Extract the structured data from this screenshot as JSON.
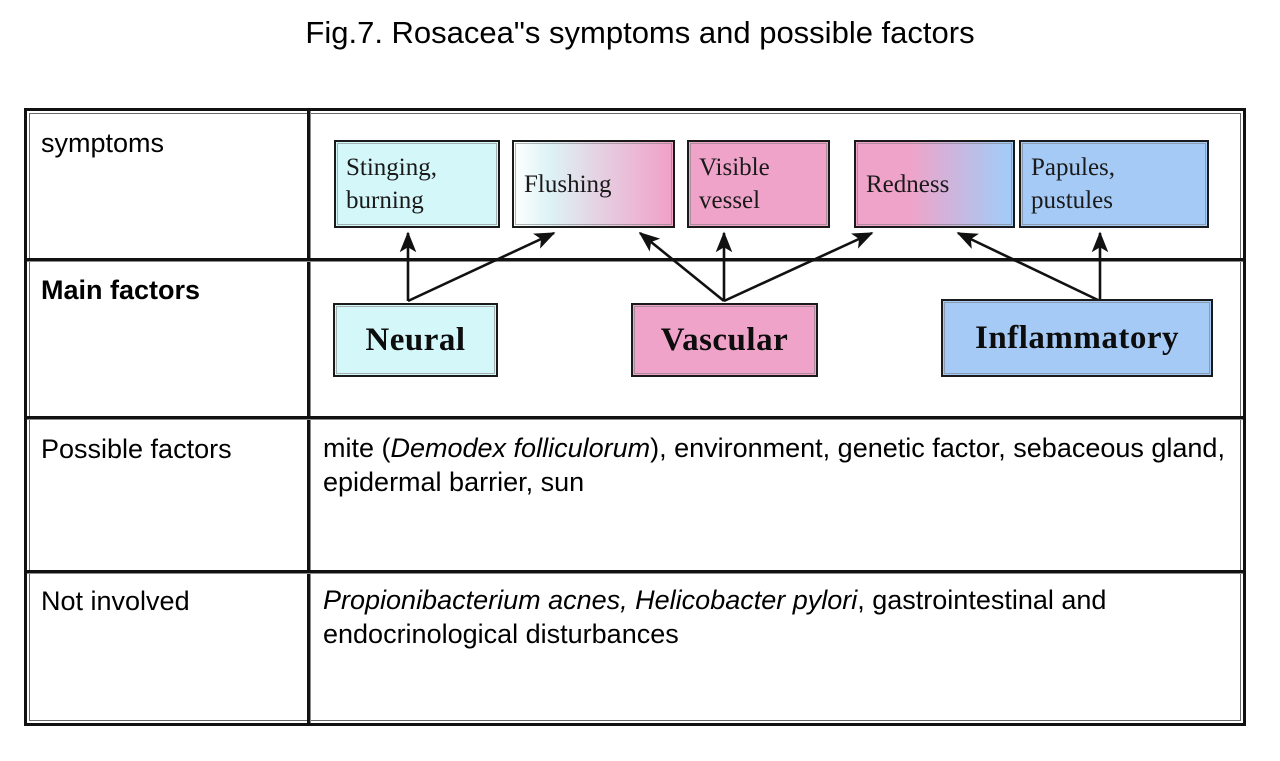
{
  "figure": {
    "title": "Fig.7. Rosacea\"s symptoms and possible factors"
  },
  "colors": {
    "cyan": "#D4F7F9",
    "pink": "#F0A3C9",
    "blue": "#A5CAF5",
    "border": "#1A1A1A",
    "table_border": "#111111",
    "text": "#000000"
  },
  "table": {
    "rows": [
      {
        "label": "symptoms",
        "bold": false
      },
      {
        "label": "Main factors",
        "bold": true
      },
      {
        "label": "Possible factors",
        "bold": false
      },
      {
        "label": "Not involved",
        "bold": false
      }
    ]
  },
  "symptoms": [
    {
      "label": "Stinging,\nburning",
      "fill": "cyan",
      "name": "symptom-box-stinging-burning"
    },
    {
      "label": "Flushing",
      "fill": "cyan-pink",
      "name": "symptom-box-flushing"
    },
    {
      "label": "Visible\nvessel",
      "fill": "pink",
      "name": "symptom-box-visible-vessel"
    },
    {
      "label": "Redness",
      "fill": "pink-blue",
      "name": "symptom-box-redness"
    },
    {
      "label": "Papules,\npustules",
      "fill": "blue",
      "name": "symptom-box-papules-pustules"
    }
  ],
  "main_factors": [
    {
      "label": "Neural",
      "fill": "cyan",
      "name": "factor-box-neural"
    },
    {
      "label": "Vascular",
      "fill": "pink",
      "name": "factor-box-vascular"
    },
    {
      "label": "Inflammatory",
      "fill": "blue",
      "name": "factor-box-inflammatory"
    }
  ],
  "arrows": [
    {
      "from": "Neural",
      "to": "Stinging, burning"
    },
    {
      "from": "Neural",
      "to": "Flushing"
    },
    {
      "from": "Vascular",
      "to": "Flushing"
    },
    {
      "from": "Vascular",
      "to": "Visible vessel"
    },
    {
      "from": "Vascular",
      "to": "Redness"
    },
    {
      "from": "Inflammatory",
      "to": "Redness"
    },
    {
      "from": "Inflammatory",
      "to": "Papules, pustules"
    }
  ],
  "possible_factors": {
    "text_parts": [
      {
        "text": "mite (",
        "italic": false
      },
      {
        "text": "Demodex folliculorum",
        "italic": true
      },
      {
        "text": "), environment, genetic factor, sebaceous  gland, epidermal barrier, sun",
        "italic": false
      }
    ],
    "plain": "mite (Demodex folliculorum), environment, genetic factor, sebaceous  gland, epidermal barrier, sun"
  },
  "not_involved": {
    "text_parts": [
      {
        "text": "Propionibacterium acnes, Helicobacter pylori",
        "italic": true
      },
      {
        "text": ", gastrointestinal and endocrinological disturbances",
        "italic": false
      }
    ],
    "plain": "Propionibacterium acnes, Helicobacter pylori, gastrointestinal and endocrinological disturbances"
  }
}
